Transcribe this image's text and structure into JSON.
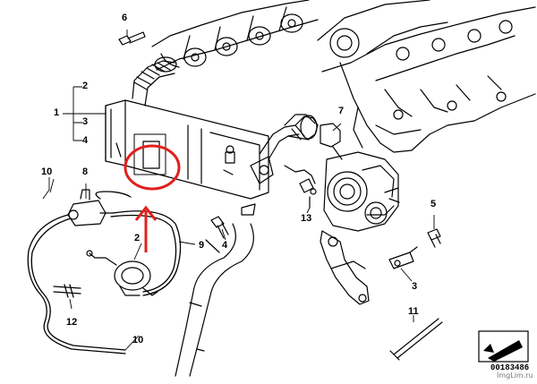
{
  "callouts": {
    "c1": "1",
    "c2a": "2",
    "c3": "3",
    "c4a": "4",
    "c5": "5",
    "c6": "6",
    "c7": "7",
    "c8": "8",
    "c9": "9",
    "c10a": "10",
    "c10b": "10",
    "c11": "11",
    "c12": "12",
    "c13": "13",
    "c2b": "2",
    "c4b": "4",
    "c3b": "3"
  },
  "part_number": "00183486",
  "watermark": "ImgLim.ru",
  "colors": {
    "highlight": "#e0201c",
    "line": "#000000"
  },
  "icons": {
    "highlight_marker": "red-circle-and-arrow",
    "view_symbol": "direction-arrow-icon"
  }
}
